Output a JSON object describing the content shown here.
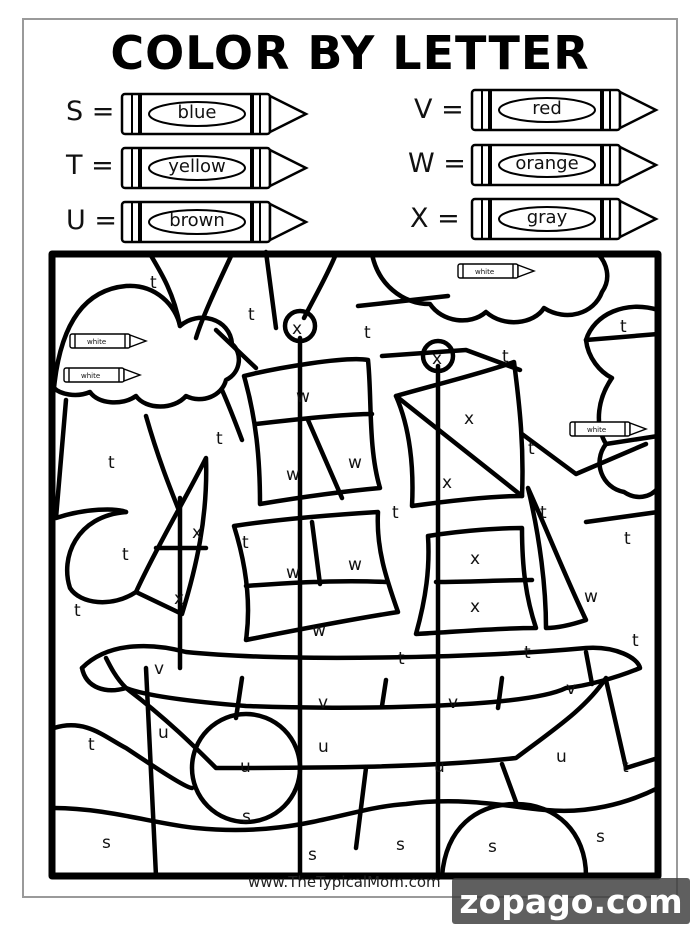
{
  "title": "COLOR BY LETTER",
  "key": [
    {
      "letter": "S",
      "color": "blue"
    },
    {
      "letter": "T",
      "color": "yellow"
    },
    {
      "letter": "U",
      "color": "brown"
    },
    {
      "letter": "V",
      "color": "red"
    },
    {
      "letter": "W",
      "color": "orange"
    },
    {
      "letter": "X",
      "color": "gray"
    }
  ],
  "equals": "=",
  "crayon_icon": "crayon-icon",
  "mini_crayon_label": "white",
  "cells": {
    "t": "t",
    "u": "u",
    "v": "v",
    "w": "w",
    "x": "x",
    "s": "s"
  },
  "footer": "www.TheTypicalMom.com",
  "watermark": "zopago.com"
}
